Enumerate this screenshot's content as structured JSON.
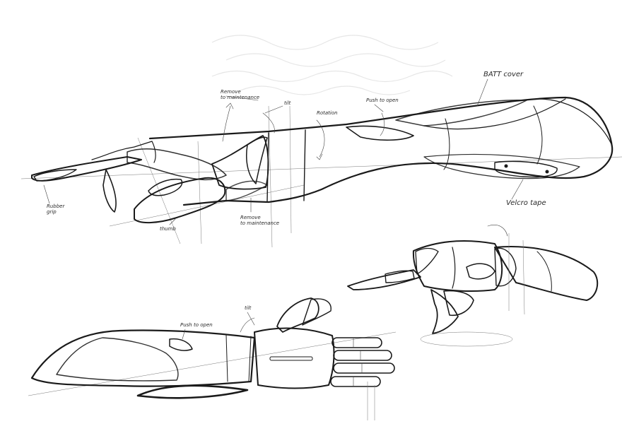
{
  "annotations": {
    "remove_maintenance_top": "Remove\nto maintenance",
    "tilt_top": "tilt",
    "rotation": "Rotation",
    "push_to_open": "Push to open",
    "batt_cover": "BATT cover",
    "rubber_grip": "Rubber\ngrip",
    "thumb": "thumb",
    "remove_maintenance_bottom": "Remove\nto maintenance",
    "velcro_tape": "Velcro tape",
    "tilt_bottom": "tilt",
    "push_to_open_bottom": "Push to open"
  },
  "colors": {
    "ink": "#1a1a1a",
    "shadow": "#2a2c3a",
    "paper": "#ffffff"
  }
}
